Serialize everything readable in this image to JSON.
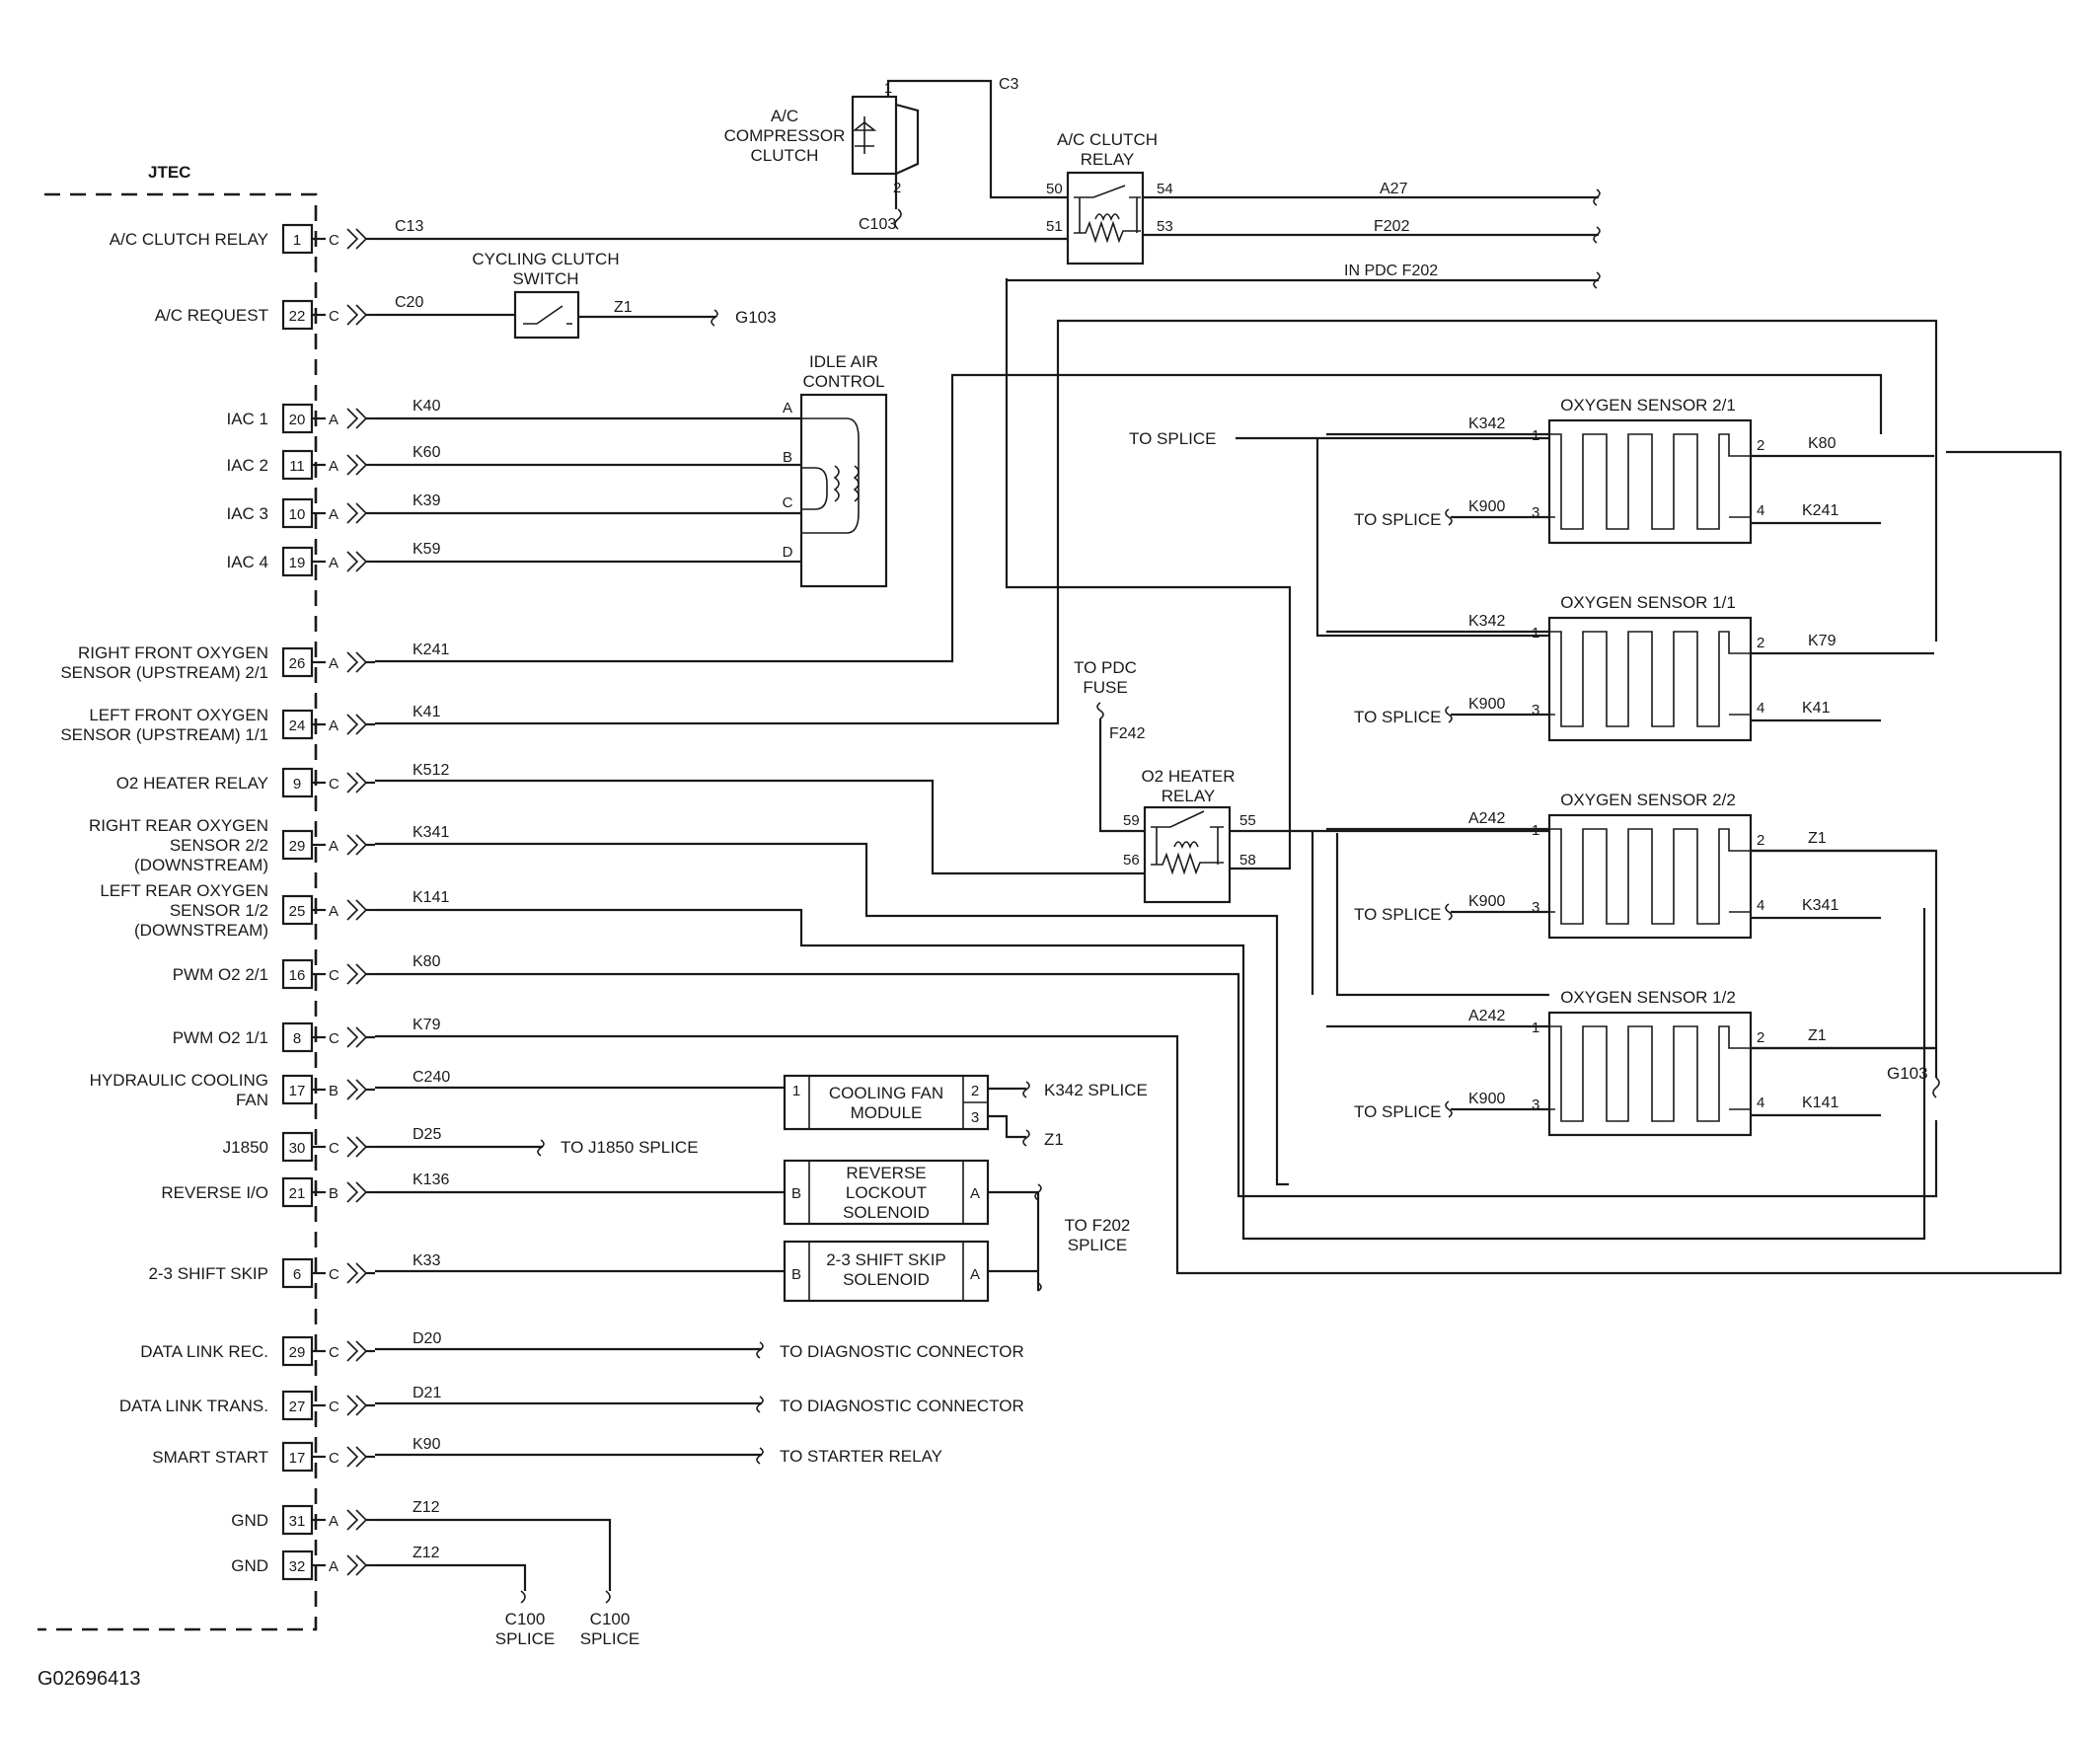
{
  "module": {
    "name": "JTEC",
    "figure_id": "G02696413"
  },
  "pins": [
    {
      "key": "ac_relay",
      "label": [
        "A/C CLUTCH RELAY"
      ],
      "pin": "1",
      "conn": "C",
      "wire": "C13"
    },
    {
      "key": "ac_request",
      "label": [
        "A/C REQUEST"
      ],
      "pin": "22",
      "conn": "C",
      "wire": "C20"
    },
    {
      "key": "iac1",
      "label": [
        "IAC 1"
      ],
      "pin": "20",
      "conn": "A",
      "wire": "K40"
    },
    {
      "key": "iac2",
      "label": [
        "IAC 2"
      ],
      "pin": "11",
      "conn": "A",
      "wire": "K60"
    },
    {
      "key": "iac3",
      "label": [
        "IAC 3"
      ],
      "pin": "10",
      "conn": "A",
      "wire": "K39"
    },
    {
      "key": "iac4",
      "label": [
        "IAC 4"
      ],
      "pin": "19",
      "conn": "A",
      "wire": "K59"
    },
    {
      "key": "rf_o2",
      "label": [
        "RIGHT FRONT OXYGEN",
        "SENSOR (UPSTREAM) 2/1"
      ],
      "pin": "26",
      "conn": "A",
      "wire": "K241"
    },
    {
      "key": "lf_o2",
      "label": [
        "LEFT FRONT OXYGEN",
        "SENSOR (UPSTREAM) 1/1"
      ],
      "pin": "24",
      "conn": "A",
      "wire": "K41"
    },
    {
      "key": "o2_relay",
      "label": [
        "O2 HEATER RELAY"
      ],
      "pin": "9",
      "conn": "C",
      "wire": "K512"
    },
    {
      "key": "rr_o2",
      "label": [
        "RIGHT REAR OXYGEN",
        "SENSOR 2/2",
        "(DOWNSTREAM)"
      ],
      "pin": "29",
      "conn": "A",
      "wire": "K341"
    },
    {
      "key": "lr_o2",
      "label": [
        "LEFT REAR OXYGEN",
        "SENSOR 1/2",
        "(DOWNSTREAM)"
      ],
      "pin": "25",
      "conn": "A",
      "wire": "K141"
    },
    {
      "key": "pwm21",
      "label": [
        "PWM O2 2/1"
      ],
      "pin": "16",
      "conn": "C",
      "wire": "K80"
    },
    {
      "key": "pwm11",
      "label": [
        "PWM O2 1/1"
      ],
      "pin": "8",
      "conn": "C",
      "wire": "K79"
    },
    {
      "key": "hyd_fan",
      "label": [
        "HYDRAULIC COOLING",
        "FAN"
      ],
      "pin": "17",
      "conn": "B",
      "wire": "C240"
    },
    {
      "key": "j1850",
      "label": [
        "J1850"
      ],
      "pin": "30",
      "conn": "C",
      "wire": "D25"
    },
    {
      "key": "reverse",
      "label": [
        "REVERSE I/O"
      ],
      "pin": "21",
      "conn": "B",
      "wire": "K136"
    },
    {
      "key": "shift",
      "label": [
        "2-3 SHIFT SKIP"
      ],
      "pin": "6",
      "conn": "C",
      "wire": "K33"
    },
    {
      "key": "dl_rec",
      "label": [
        "DATA LINK REC."
      ],
      "pin": "29",
      "conn": "C",
      "wire": "D20"
    },
    {
      "key": "dl_trans",
      "label": [
        "DATA LINK TRANS."
      ],
      "pin": "27",
      "conn": "C",
      "wire": "D21"
    },
    {
      "key": "smart",
      "label": [
        "SMART START"
      ],
      "pin": "17",
      "conn": "C",
      "wire": "K90"
    },
    {
      "key": "gnd1",
      "label": [
        "GND"
      ],
      "pin": "31",
      "conn": "A",
      "wire": "Z12"
    },
    {
      "key": "gnd2",
      "label": [
        "GND"
      ],
      "pin": "32",
      "conn": "A",
      "wire": "Z12"
    }
  ],
  "components": {
    "ac_compressor_clutch": {
      "label": [
        "A/C",
        "COMPRESSOR",
        "CLUTCH"
      ],
      "pin_top": "1",
      "pin_bottom": "2",
      "wire_top": "C3",
      "wire_bottom": "C103"
    },
    "ac_clutch_relay": {
      "label": [
        "A/C CLUTCH",
        "RELAY"
      ],
      "pins": [
        "50",
        "54",
        "51",
        "53"
      ],
      "wire_54": "A27",
      "wire_53": "F202"
    },
    "in_pdc": "IN PDC F202",
    "cycling_clutch_switch": {
      "label": [
        "CYCLING CLUTCH",
        "SWITCH"
      ],
      "wire_out": "Z1",
      "ground": "G103"
    },
    "idle_air_control": {
      "label": [
        "IDLE AIR",
        "CONTROL"
      ],
      "pins": [
        "A",
        "B",
        "C",
        "D"
      ]
    },
    "to_pdc_fuse": {
      "label": [
        "TO PDC",
        "FUSE"
      ],
      "wire": "F242"
    },
    "o2_heater_relay": {
      "label": [
        "O2 HEATER",
        "RELAY"
      ],
      "pins": [
        "59",
        "55",
        "56",
        "58"
      ]
    },
    "to_splice": "TO SPLICE",
    "sensors": [
      {
        "title": "OXYGEN SENSOR 2/1",
        "w1": "K342",
        "w2": "K80",
        "w3": "K900",
        "w4": "K241"
      },
      {
        "title": "OXYGEN SENSOR 1/1",
        "w1": "K342",
        "w2": "K79",
        "w3": "K900",
        "w4": "K41"
      },
      {
        "title": "OXYGEN SENSOR 2/2",
        "w1": "A242",
        "w2": "Z1",
        "w3": "K900",
        "w4": "K341"
      },
      {
        "title": "OXYGEN SENSOR 1/2",
        "w1": "A242",
        "w2": "Z1",
        "w3": "K900",
        "w4": "K141"
      }
    ],
    "sensor_pins": [
      "1",
      "2",
      "3",
      "4"
    ],
    "sensor_ground": "G103",
    "cooling_fan_module": {
      "label": [
        "COOLING FAN",
        "MODULE"
      ],
      "pins": [
        "1",
        "2",
        "3"
      ],
      "out2": "K342 SPLICE",
      "out3": "Z1"
    },
    "j1850_target": "TO J1850 SPLICE",
    "reverse_solenoid": {
      "label": [
        "REVERSE",
        "LOCKOUT",
        "SOLENOID"
      ],
      "pin_b": "B",
      "pin_a": "A"
    },
    "shift_solenoid": {
      "label": [
        "2-3 SHIFT SKIP",
        "SOLENOID"
      ],
      "pin_b": "B",
      "pin_a": "A"
    },
    "to_f202_splice": [
      "TO F202",
      "SPLICE"
    ],
    "diag_connector": "TO DIAGNOSTIC CONNECTOR",
    "starter_relay": "TO STARTER RELAY",
    "c100_splice": [
      "C100",
      "SPLICE"
    ]
  }
}
